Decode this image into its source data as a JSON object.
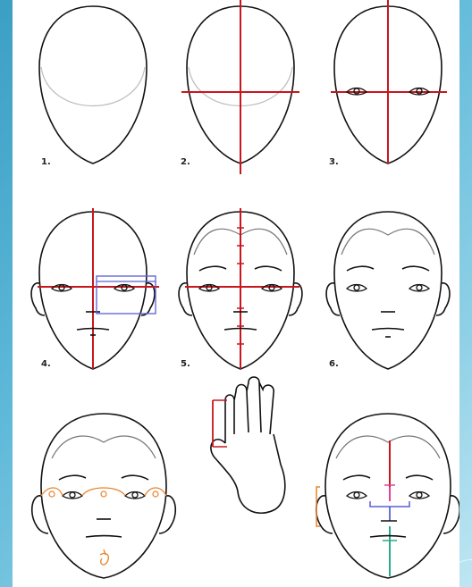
{
  "steps": {
    "s1": "1.",
    "s2": "2.",
    "s3": "3.",
    "s4": "4.",
    "s5": "5.",
    "s6": "6."
  },
  "colors": {
    "outline": "#111111",
    "guide_gray": "#bdbdbd",
    "guide_red": "#c8161d",
    "guide_blue": "#5a5fd6",
    "guide_orange": "#e8842c",
    "guide_pink": "#e0409a",
    "guide_teal": "#2aa889"
  }
}
